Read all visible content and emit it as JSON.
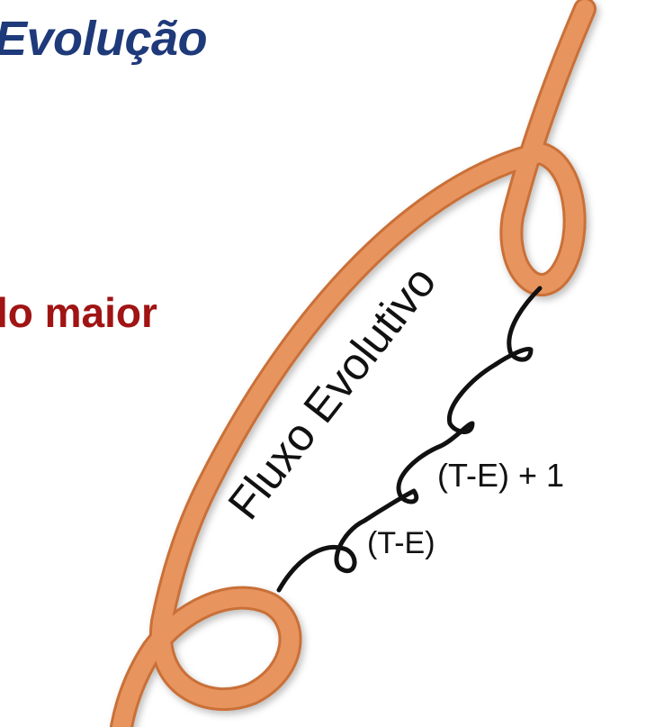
{
  "title": "Evolução",
  "subtitle": "lo maior",
  "diagram": {
    "main_label": "Fluxo Evolutivo",
    "spiral_labels": [
      "(T-E) + 1",
      "(T-E)"
    ],
    "colors": {
      "title": "#1f3a7a",
      "subtitle": "#a01414",
      "ribbon": "#e8945e",
      "ribbon_edge": "#c96f38",
      "coil": "#111111"
    }
  }
}
